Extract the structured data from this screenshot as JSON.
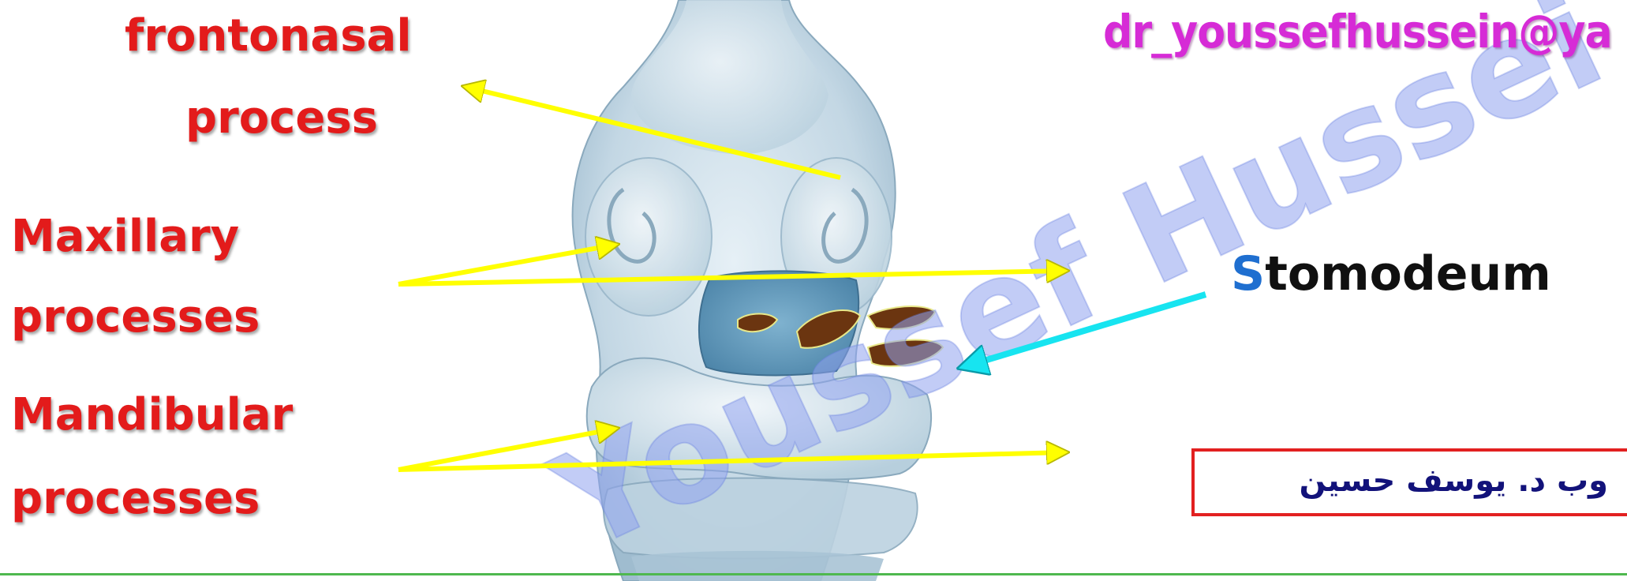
{
  "labels": {
    "frontonasal_line1": "frontonasal",
    "frontonasal_line2": "process",
    "maxillary_line1": "Maxillary",
    "maxillary_line2": "processes",
    "mandibular_line1": "Mandibular",
    "mandibular_line2": "processes",
    "stomodeum_initial": "S",
    "stomodeum_rest": "tomodeum"
  },
  "header": {
    "email": "dr_youssefhussein@ya"
  },
  "watermark": {
    "text": "Youssef Hussei"
  },
  "footer_box": {
    "arabic_text": "وب د. يوسف حسين"
  },
  "colors": {
    "label_red": "#e31b1b",
    "email_magenta": "#d62bd6",
    "arrow_yellow": "#ffff00",
    "arrow_cyan": "#17e4f0",
    "watermark_blue": "#8fa3ee",
    "embryo_fill": "#c6d9e6",
    "stomodeum_blue": "#4a82a8"
  }
}
